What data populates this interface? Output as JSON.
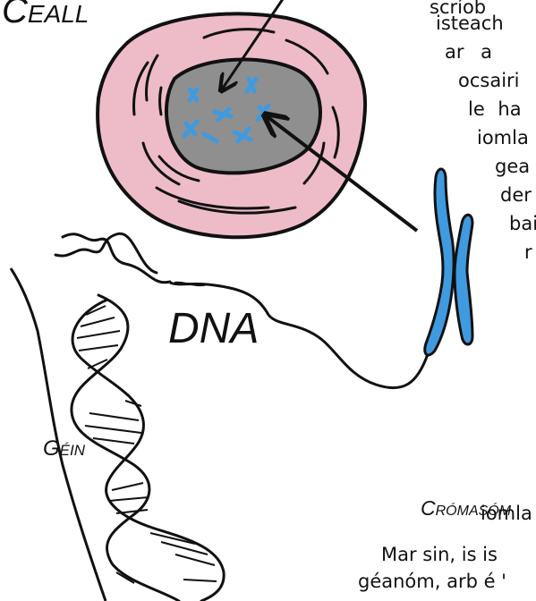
{
  "labels": {
    "ceall": "Ceall",
    "dna": "DNA",
    "cromasom": "Crómasóm",
    "gein": "Géin"
  },
  "text_fragments": [
    "scríob",
    "isteach",
    "ar a",
    "ocsairi",
    "le ha",
    "iomla",
    "gea",
    "der",
    "bai",
    "r",
    "iomla",
    "Mar sin, is is",
    "géanóm, arb é '"
  ],
  "colors": {
    "cell_pink": "#eebcc9",
    "nucleus_gray": "#8f8f8f",
    "chromosome_blue": "#3f9ae0",
    "ink": "#111111"
  }
}
